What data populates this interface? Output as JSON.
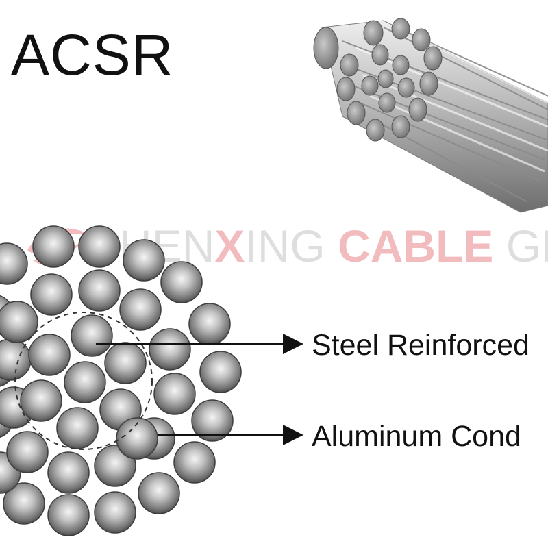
{
  "title": "ACSR",
  "watermark": {
    "part1": "S",
    "part2": "HEN",
    "part3": "X",
    "part4": "ING ",
    "part5": "CABLE",
    "part6": " GR",
    "brand_color": "#d9313a",
    "gray_color": "#9a9a9a"
  },
  "callouts": {
    "steel": "Steel Reinforced",
    "aluminum": "Aluminum Cond"
  },
  "colors": {
    "strand_light": "#f2f2f2",
    "strand_mid": "#9b9b9b",
    "strand_dark": "#2e2e2e",
    "arrow": "#111111",
    "dashed_ring": "#333333"
  }
}
